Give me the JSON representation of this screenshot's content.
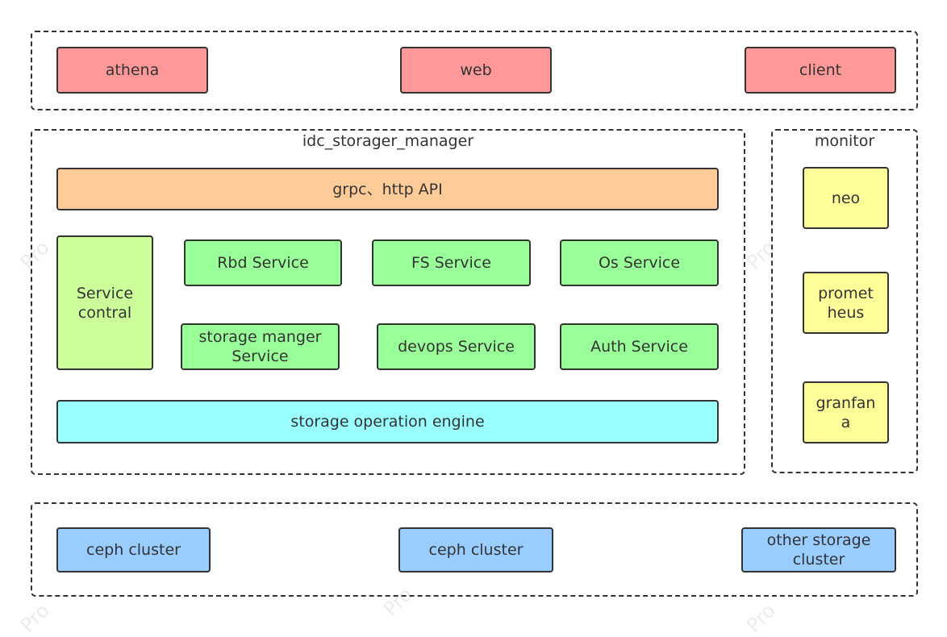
{
  "colors": {
    "client_fill": "#ff9999",
    "api_fill": "#ffcc99",
    "service_fill": "#99ff99",
    "control_fill": "#ccff99",
    "engine_fill": "#99ffff",
    "monitor_fill": "#ffff99",
    "storage_fill": "#99ccff",
    "stroke": "#333333"
  },
  "clients": {
    "athena": "athena",
    "web": "web",
    "client": "client"
  },
  "manager": {
    "title": "idc_storager_manager",
    "api": "grpc、http API",
    "control": "Service\ncontral",
    "rbd": "Rbd Service",
    "fs": "FS Service",
    "os": "Os Service",
    "storage_manger": "storage manger\nService",
    "devops": "devops Service",
    "auth": "Auth Service",
    "engine": "storage operation engine"
  },
  "monitor": {
    "title": "monitor",
    "neo": "neo",
    "prometheus": "promet\nheus",
    "grafana": "granfan\na"
  },
  "storage": {
    "ceph1": "ceph cluster",
    "ceph2": "ceph cluster",
    "other": "other storage\ncluster"
  }
}
